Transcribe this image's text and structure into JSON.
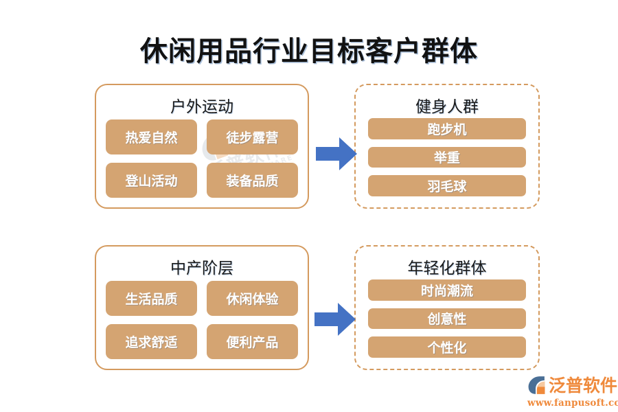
{
  "page": {
    "title": "休闲用品行业目标客户群体",
    "background": "#ffffff"
  },
  "colors": {
    "pill_fill": "#d4a472",
    "group_border": "#d49a5e",
    "arrow_blue": "#4472c4",
    "logo_orange": "#ef8a3c",
    "logo_mark_blue": "#4a6f96",
    "title_text": "#121212"
  },
  "groups": [
    {
      "id": "outdoor-sports",
      "title": "户外运动",
      "border_style": "solid",
      "layout": "two-col",
      "items": [
        "热爱自然",
        "徒步露营",
        "登山活动",
        "装备品质"
      ]
    },
    {
      "id": "fitness-crowd",
      "title": "健身人群",
      "border_style": "dashed",
      "layout": "one-col",
      "items": [
        "跑步机",
        "举重",
        "羽毛球"
      ]
    },
    {
      "id": "middle-class",
      "title": "中产阶层",
      "border_style": "solid",
      "layout": "two-col",
      "items": [
        "生活品质",
        "休闲体验",
        "追求舒适",
        "便利产品"
      ]
    },
    {
      "id": "younger-crowd",
      "title": "年轻化群体",
      "border_style": "dashed",
      "layout": "one-col",
      "items": [
        "时尚潮流",
        "创意性",
        "个性化"
      ]
    }
  ],
  "arrows": [
    {
      "id": "arrow-top",
      "from": "outdoor-sports",
      "to": "fitness-crowd",
      "direction": "right"
    },
    {
      "id": "arrow-bottom",
      "from": "middle-class",
      "to": "younger-crowd",
      "direction": "right"
    }
  ],
  "watermark": {
    "text": "泛普软件",
    "subtext": "FANPU SOFTWARE"
  },
  "logo": {
    "brand": "泛普软件",
    "url": "www.fanpusoft.com"
  }
}
